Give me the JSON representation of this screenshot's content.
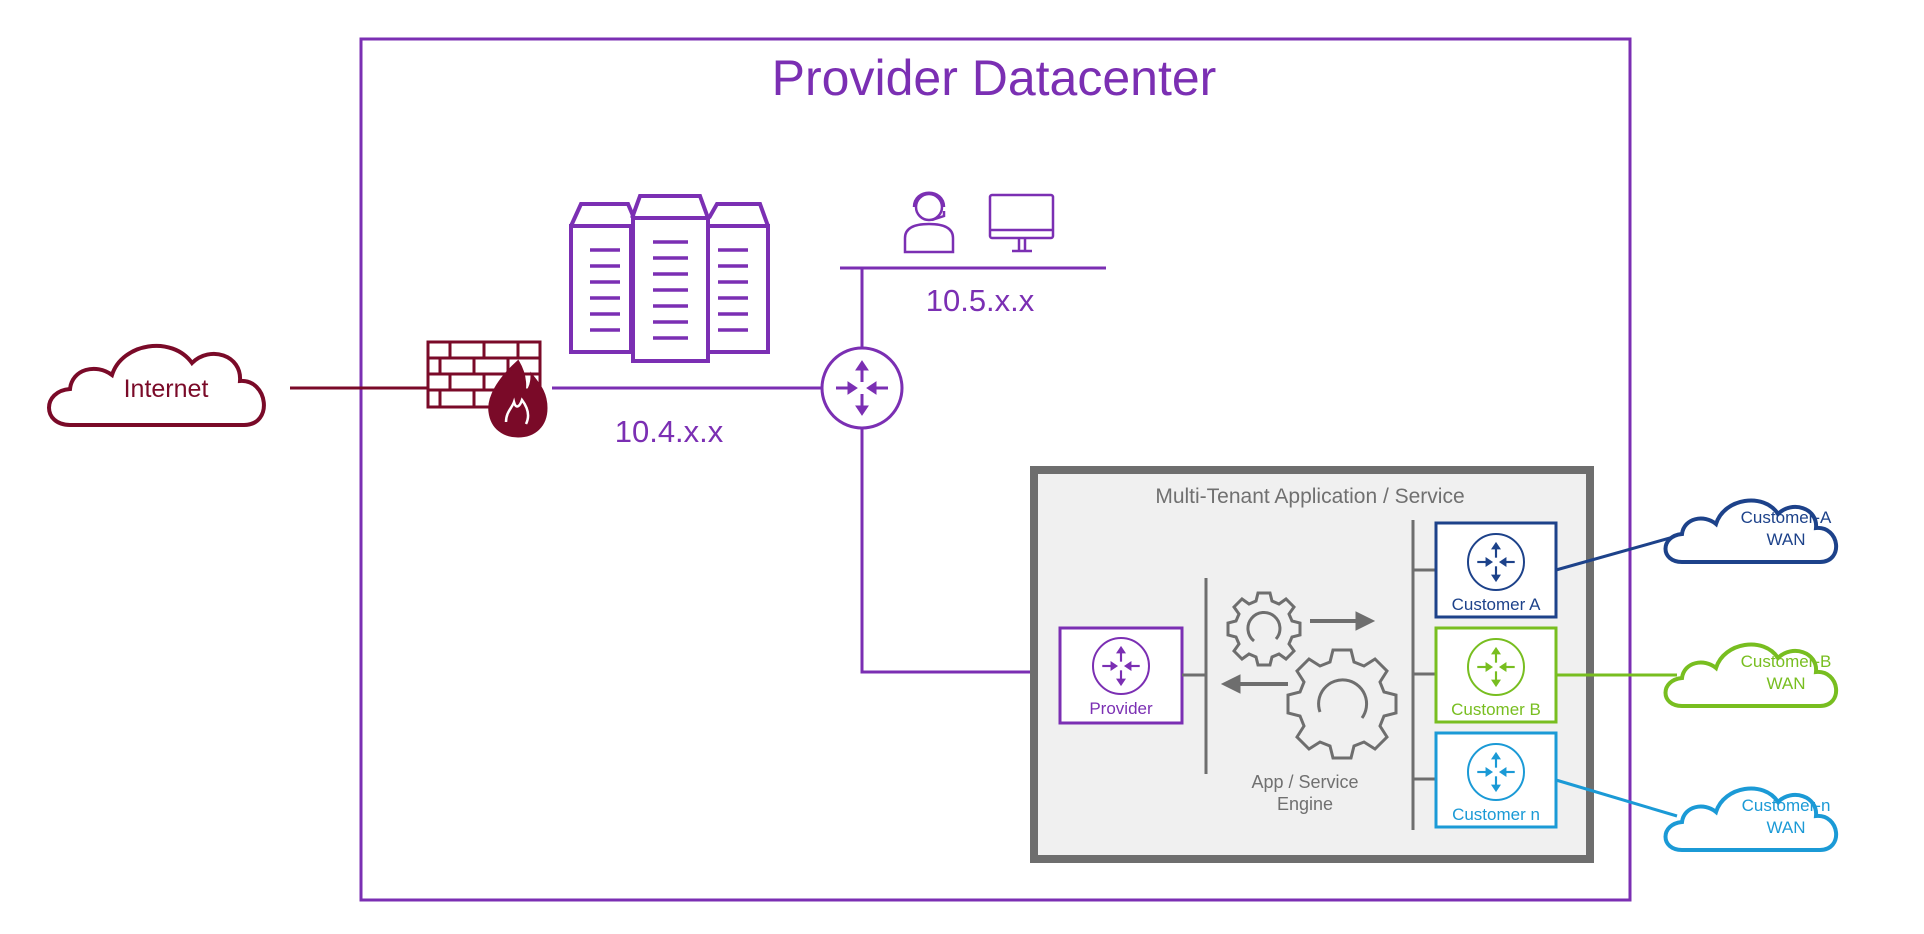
{
  "title": "Provider Datacenter",
  "internet": {
    "label": "Internet"
  },
  "networks": {
    "dmz": "10.4.x.x",
    "mgmt": "10.5.x.x"
  },
  "service_box": {
    "title": "Multi-Tenant Application / Service",
    "engine_label_1": "App / Service",
    "engine_label_2": "Engine"
  },
  "provider_router": {
    "label": "Provider"
  },
  "customers": [
    {
      "label": "Customer A",
      "wan_line1": "Customer-A",
      "wan_line2": "WAN",
      "color": "#1d428a"
    },
    {
      "label": "Customer B",
      "wan_line1": "Customer-B",
      "wan_line2": "WAN",
      "color": "#78be20"
    },
    {
      "label": "Customer n",
      "wan_line1": "Customer-n",
      "wan_line2": "WAN",
      "color": "#1b9ad6"
    }
  ],
  "colors": {
    "provider": "#7b2fb3",
    "internet": "#7a0a28",
    "gray": "#707070",
    "box_fill": "#f0f0f0"
  },
  "icons": [
    "cloud-icon",
    "firewall-icon",
    "server-building-icon",
    "support-agent-icon",
    "monitor-icon",
    "router-icon",
    "gear-icon",
    "arrow-icon"
  ]
}
